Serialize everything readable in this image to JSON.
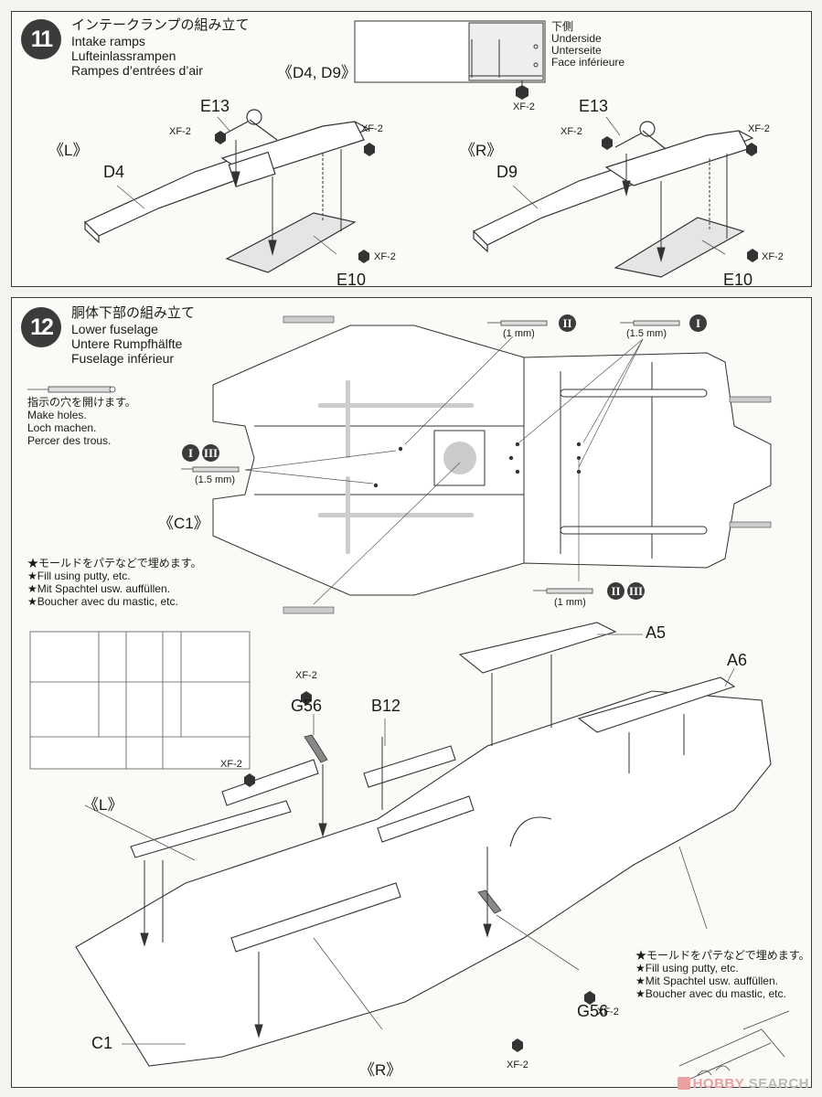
{
  "step11": {
    "number": "11",
    "title_jp": "インテークランプの組み立て",
    "title_en": "Intake ramps",
    "title_de": "Lufteinlassrampen",
    "title_fr": "Rampes d’entrées d’air",
    "parts_label": "《D4, D9》",
    "underside": {
      "jp": "下側",
      "en": "Underside",
      "de": "Unterseite",
      "fr": "Face inférieure",
      "paint": "XF-2"
    },
    "left": {
      "side_label": "《L》",
      "parts": [
        "E13",
        "D4",
        "E10"
      ],
      "paint_callouts": [
        "XF-2",
        "XF-2",
        "XF-2"
      ]
    },
    "right": {
      "side_label": "《R》",
      "parts": [
        "E13",
        "D9",
        "E10"
      ],
      "paint_callouts": [
        "XF-2",
        "XF-2",
        "XF-2"
      ]
    }
  },
  "step12": {
    "number": "12",
    "title_jp": "胴体下部の組み立て",
    "title_en": "Lower fuselage",
    "title_de": "Untere Rumpfhälfte",
    "title_fr": "Fuselage inférieur",
    "drill_note": {
      "jp": "指示の穴を開けます。",
      "en": "Make holes.",
      "de": "Loch machen.",
      "fr": "Percer des trous."
    },
    "part_label": "《C1》",
    "drill_callouts": [
      {
        "size": "(1 mm)",
        "versions": [
          "II"
        ]
      },
      {
        "size": "(1.5 mm)",
        "versions": [
          "I"
        ]
      },
      {
        "size": "(1.5 mm)",
        "versions": [
          "I",
          "III"
        ]
      },
      {
        "size": "(1 mm)",
        "versions": [
          "II",
          "III"
        ]
      }
    ],
    "putty_note": {
      "jp": "★モールドをパテなどで埋めます。",
      "en": "★Fill using putty, etc.",
      "de": "★Mit Spachtel usw. auffüllen.",
      "fr": "★Boucher avec du mastic, etc."
    },
    "assembly_labels": {
      "a5": "A5",
      "a6": "A6",
      "b12": "B12",
      "g56_top": "G56",
      "g56_bottom": "G56",
      "c1": "C1",
      "left": "《L》",
      "right": "《R》"
    },
    "paint_callouts": [
      "XF-2",
      "XF-2",
      "XF-2",
      "XF-2"
    ]
  },
  "watermark": {
    "brand_a": "HOBBY",
    "brand_b": "SEARCH"
  }
}
